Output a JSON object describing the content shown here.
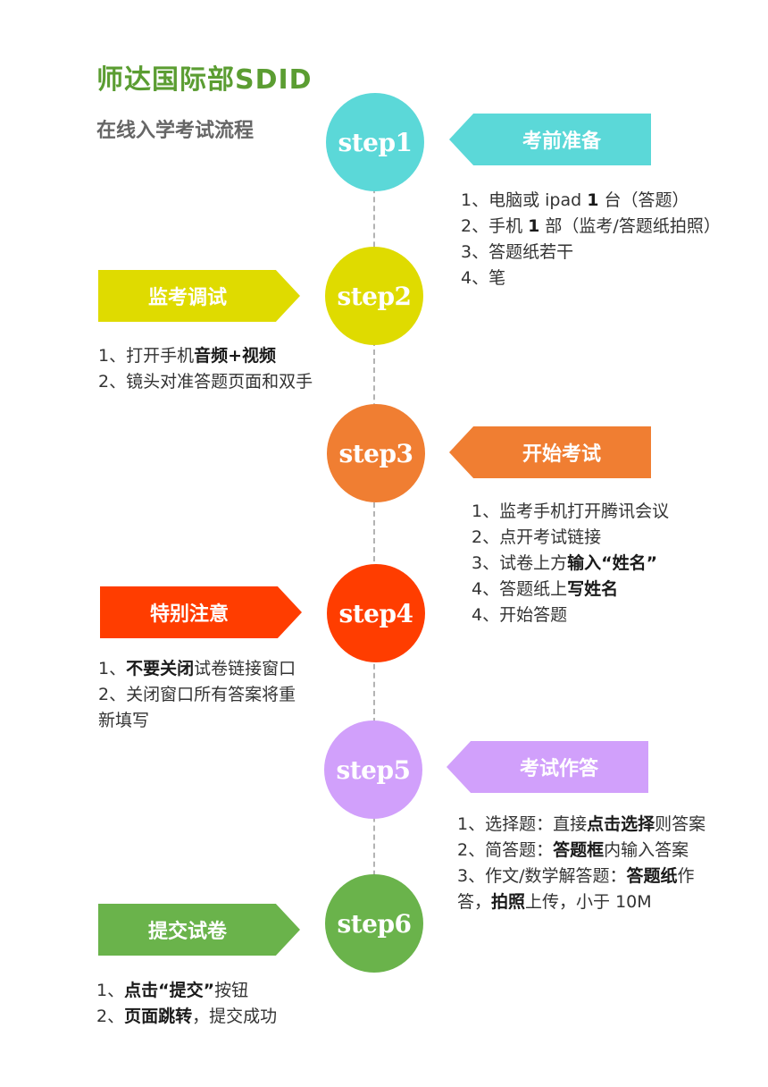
{
  "header": {
    "title": "师达国际部SDID",
    "subtitle": "在线入学考试流程"
  },
  "colors": {
    "title": "#5b9d32",
    "step1": "#5bd8d8",
    "step2": "#dfdb00",
    "step3": "#f07e32",
    "step4": "#ff3d00",
    "step5": "#d1a0fb",
    "step6": "#6ab34b"
  },
  "steps": [
    {
      "label": "step1",
      "banner": "考前准备",
      "items": [
        [
          "1、电脑或 ipad ",
          {
            "b": "1"
          },
          " 台（答题）"
        ],
        [
          "2、手机 ",
          {
            "b": "1"
          },
          " 部（监考/答题纸拍照）"
        ],
        [
          "3、答题纸若干"
        ],
        [
          "4、笔"
        ]
      ]
    },
    {
      "label": "step2",
      "banner": "监考调试",
      "items": [
        [
          "1、打开手机",
          {
            "b": "音频+视频"
          }
        ],
        [
          "2、镜头对准答题页面和双手"
        ]
      ]
    },
    {
      "label": "step3",
      "banner": "开始考试",
      "items": [
        [
          "1、监考手机打开腾讯会议"
        ],
        [
          "2、点开考试链接"
        ],
        [
          "3、试卷上方",
          {
            "b": "输入“姓名”"
          }
        ],
        [
          "4、答题纸上",
          {
            "b": "写姓名"
          }
        ],
        [
          "4、开始答题"
        ]
      ]
    },
    {
      "label": "step4",
      "banner": "特别注意",
      "items": [
        [
          "1、",
          {
            "b": "不要关闭"
          },
          "试卷链接窗口"
        ],
        [
          "2、关闭窗口所有答案将重"
        ],
        [
          "新填写"
        ]
      ]
    },
    {
      "label": "step5",
      "banner": "考试作答",
      "items": [
        [
          "1、选择题：直接",
          {
            "b": "点击选择"
          },
          "则答案"
        ],
        [
          "2、简答题：",
          {
            "b": "答题框"
          },
          "内输入答案"
        ],
        [
          "3、作文/数学解答题：",
          {
            "b": "答题纸"
          },
          "作"
        ],
        [
          "答，",
          {
            "b": "拍照"
          },
          "上传，小于 10M"
        ]
      ]
    },
    {
      "label": "step6",
      "banner": "提交试卷",
      "items": [
        [
          "1、",
          {
            "b": "点击“提交”"
          },
          "按钮"
        ],
        [
          "2、",
          {
            "b": "页面跳转"
          },
          "，提交成功"
        ]
      ]
    }
  ]
}
